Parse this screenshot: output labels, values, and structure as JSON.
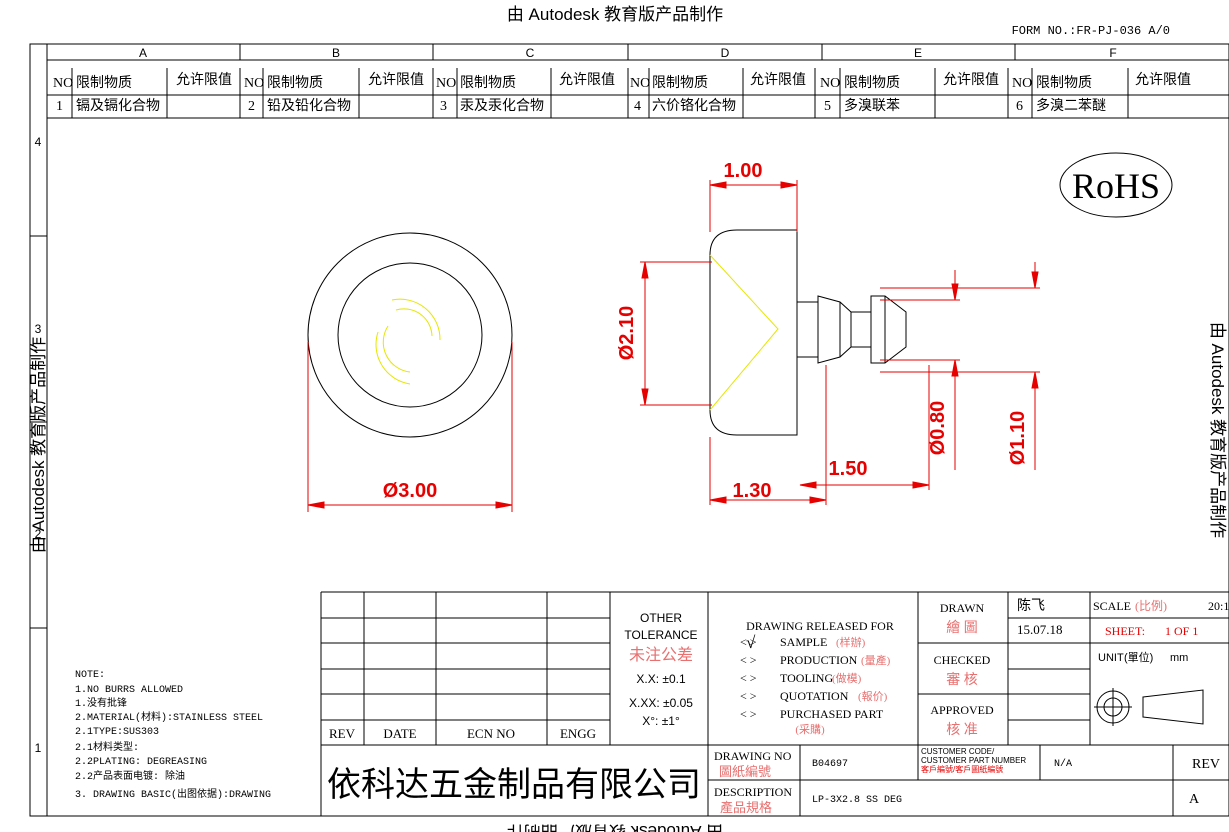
{
  "watermark": {
    "top": "由 Autodesk 教育版产品制作",
    "left": "由 Autodesk 教育版产品制作",
    "right": "由 Autodesk 教育版产品制作",
    "bottom": "由 Autodesk 教育版产品制作"
  },
  "form_no": "FORM NO.:FR-PJ-036 A/0",
  "zone_columns": [
    "A",
    "B",
    "C",
    "D",
    "E",
    "F"
  ],
  "zone_rows": [
    "4",
    "3",
    "2",
    "1"
  ],
  "restricted_table": {
    "headers": {
      "no": "NO",
      "substance": "限制物质",
      "limit": "允许限值"
    },
    "items": [
      {
        "no": "1",
        "substance": "镉及镉化合物",
        "limit": ""
      },
      {
        "no": "2",
        "substance": "铅及铅化合物",
        "limit": ""
      },
      {
        "no": "3",
        "substance": "汞及汞化合物",
        "limit": ""
      },
      {
        "no": "4",
        "substance": "六价铬化合物",
        "limit": ""
      },
      {
        "no": "5",
        "substance": "多溴联苯",
        "limit": ""
      },
      {
        "no": "6",
        "substance": "多溴二苯醚",
        "limit": ""
      }
    ]
  },
  "rohs_label": "RoHS",
  "dimensions": {
    "outer_diameter": "Ø3.00",
    "head_thickness": "1.00",
    "head_diameter": "Ø2.10",
    "shank_diameter": "Ø0.80",
    "tip_diameter": "Ø1.10",
    "length_a": "1.30",
    "length_b": "1.50"
  },
  "notes": {
    "title": "NOTE:",
    "lines": [
      "1.NO BURRS ALLOWED",
      "1.没有批锋",
      "2.MATERIAL(材料):STAINLESS STEEL",
      "2.1TYPE:SUS303",
      "2.1材料类型:",
      "2.2PLATING: DEGREASING",
      "2.2产品表面电镀:  除油",
      "3. DRAWING BASIC(出图依据):DRAWING"
    ]
  },
  "revision_table": {
    "rev": "REV",
    "date": "DATE",
    "ecn": "ECN NO",
    "engg": "ENGG"
  },
  "tolerance": {
    "title1": "OTHER",
    "title2": "TOLERANCE",
    "title_cn": "未注公差",
    "x1": "X.X: ±0.1",
    "x2": "X.XX: ±0.05",
    "deg": "X°: ±1°"
  },
  "release": {
    "title": "DRAWING RELEASED FOR",
    "check_mark": "√",
    "items": [
      {
        "label": "SAMPLE",
        "cn": "(样辦)",
        "checked": true
      },
      {
        "label": "PRODUCTION",
        "cn": "(量產)",
        "checked": false
      },
      {
        "label": "TOOLING",
        "cn": "(做模)",
        "checked": false
      },
      {
        "label": "QUOTATION",
        "cn": "(報价)",
        "checked": false
      },
      {
        "label": "PURCHASED PART",
        "cn": "(采購)",
        "checked": false
      }
    ]
  },
  "approvals": {
    "drawn_en": "DRAWN",
    "drawn_cn": "繪 圖",
    "drawn_by": "陈飞",
    "drawn_date": "15.07.18",
    "checked_en": "CHECKED",
    "checked_cn": "審 核",
    "approved_en": "APPROVED",
    "approved_cn": "核 准"
  },
  "scale": {
    "label": "SCALE",
    "label_cn": "(比例)",
    "value": "20:1"
  },
  "sheet": {
    "label": "SHEET:",
    "value": "1 OF 1"
  },
  "unit": {
    "label": "UNIT",
    "label_cn": "(單位)",
    "value": "mm"
  },
  "company": "依科达五金制品有限公司",
  "drawing_no": {
    "label": "DRAWING NO",
    "label_cn": "圖紙編號",
    "value": "B04697"
  },
  "customer_code": {
    "label1": "CUSTOMER CODE/",
    "label2": "CUSTOMER PART NUMBER",
    "label_cn": "客戶編號/客戶圖紙編號",
    "value": "N/A"
  },
  "rev": {
    "label": "REV",
    "value": "A"
  },
  "description": {
    "label": "DESCRIPTION",
    "label_cn": "產品規格",
    "value": "LP-3X2.8 SS DEG"
  },
  "colors": {
    "dimension": "#e60000",
    "line": "#000000",
    "hidden": "#e6e600",
    "accent_cn": "#e87070"
  }
}
